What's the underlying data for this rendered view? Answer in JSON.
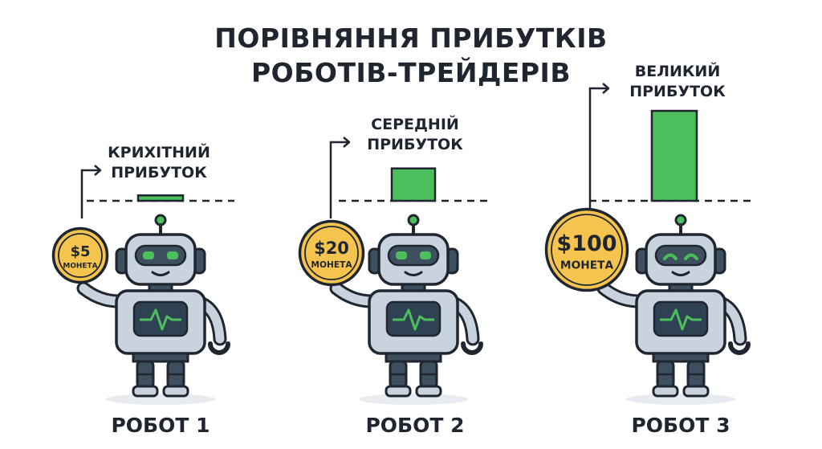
{
  "title": {
    "line1": "ПОРІВНЯННЯ ПРИБУТКІВ",
    "line2": "РОБОТІВ-ТРЕЙДЕРІВ"
  },
  "colors": {
    "ink": "#1f2630",
    "green": "#4cbf5c",
    "coin": "#f5c44e",
    "robot_body": "#c9d3dd",
    "robot_dark": "#3e4f5f",
    "screen": "#2f4254"
  },
  "robots": [
    {
      "name": "РОБОТ 1",
      "coin": {
        "amount": "$5",
        "unit": "МОНЕТА"
      },
      "profit": {
        "line1": "КРИХІТНИЙ",
        "line2": "ПРИБУТОК",
        "level": 0.06
      }
    },
    {
      "name": "РОБОТ 2",
      "coin": {
        "amount": "$20",
        "unit": "МОНЕТА"
      },
      "profit": {
        "line1": "СЕРЕДНІЙ",
        "line2": "ПРИБУТОК",
        "level": 0.36
      }
    },
    {
      "name": "РОБОТ 3",
      "coin": {
        "amount": "$100",
        "unit": "МОНЕТА"
      },
      "profit": {
        "line1": "ВЕЛИКИЙ",
        "line2": "ПРИБУТОК",
        "level": 1.0
      }
    }
  ]
}
